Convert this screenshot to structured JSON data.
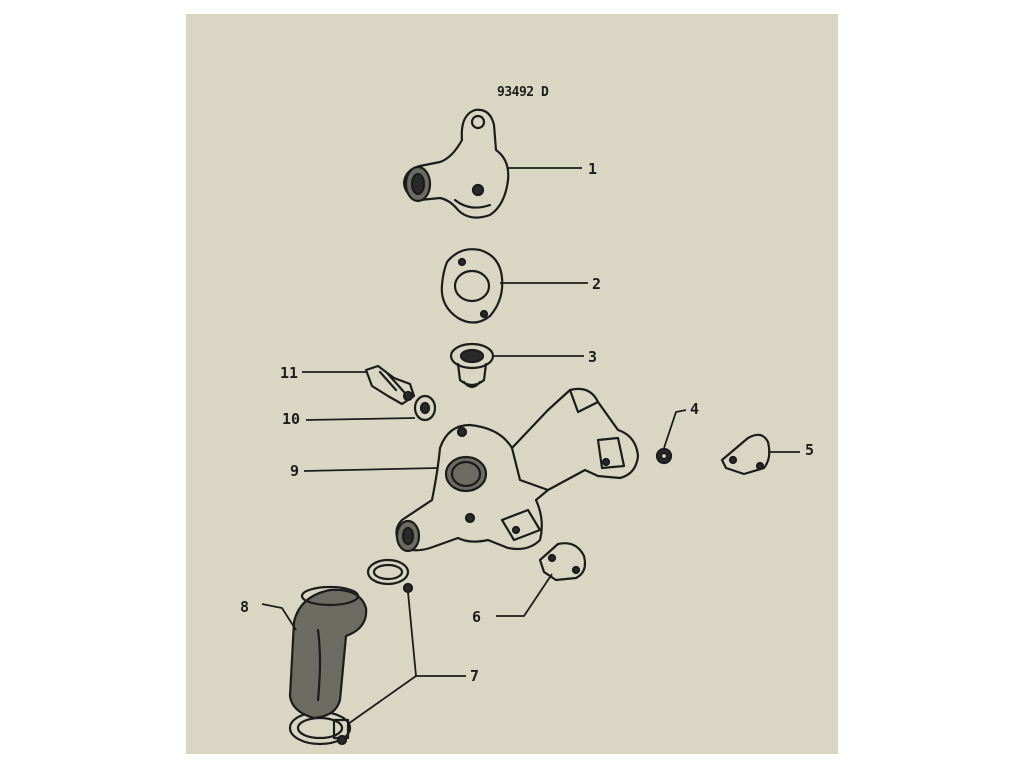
{
  "diagram": {
    "code": "93492 D",
    "parts": [
      {
        "id": "part-1",
        "label": "1"
      },
      {
        "id": "part-2",
        "label": "2"
      },
      {
        "id": "part-3",
        "label": "3"
      },
      {
        "id": "part-4",
        "label": "4"
      },
      {
        "id": "part-5",
        "label": "5"
      },
      {
        "id": "part-6",
        "label": "6"
      },
      {
        "id": "part-7",
        "label": "7"
      },
      {
        "id": "part-8",
        "label": "8"
      },
      {
        "id": "part-9",
        "label": "9"
      },
      {
        "id": "part-10",
        "label": "10"
      },
      {
        "id": "part-11",
        "label": "11"
      }
    ]
  },
  "colors": {
    "background": "#d9d7c3",
    "ink": "#1c1c1c"
  }
}
